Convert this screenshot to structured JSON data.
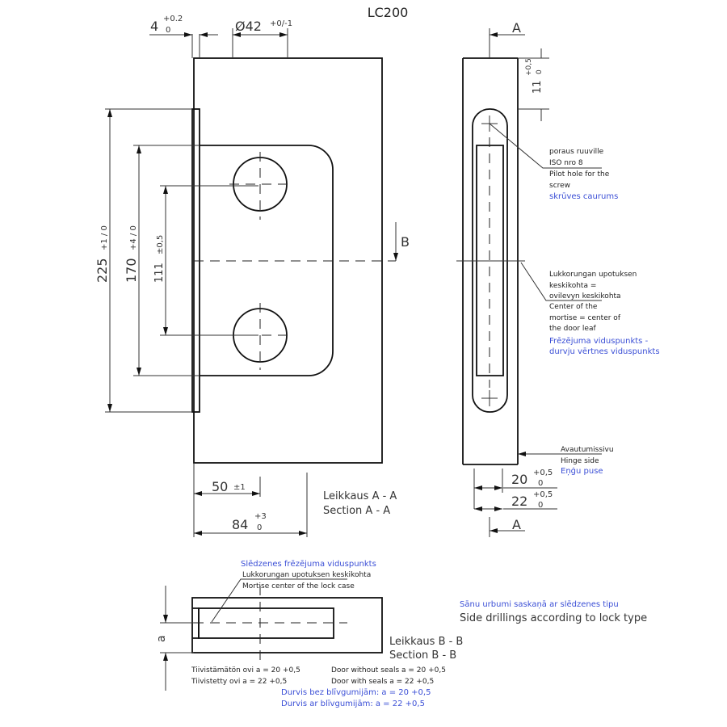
{
  "title": "LC200",
  "front_view": {
    "dim_4": {
      "value": "4",
      "tol_upper": "+0.2",
      "tol_lower": "0"
    },
    "dim_42": {
      "value": "Ø42",
      "tol": "+0/-1"
    },
    "dim_225": {
      "value": "225",
      "tol": "+1 / 0"
    },
    "dim_170": {
      "value": "170",
      "tol": "+4 / 0"
    },
    "dim_111": {
      "value": "111",
      "tol": "±0,5"
    },
    "dim_50": {
      "value": "50",
      "tol": "±1"
    },
    "dim_84": {
      "value": "84",
      "tol_upper": "+3",
      "tol_lower": "0"
    },
    "section_b_marker": "B",
    "section_label_fi": "Leikkaus A - A",
    "section_label_en": "Section A - A"
  },
  "side_view": {
    "section_a_top": "A",
    "section_a_bottom": "A",
    "dim_11": {
      "value": "11",
      "tol_upper": "+0,5",
      "tol_lower": "0"
    },
    "dim_20": {
      "value": "20",
      "tol_upper": "+0,5",
      "tol_lower": "0"
    },
    "dim_22": {
      "value": "22",
      "tol_upper": "+0,5",
      "tol_lower": "0"
    },
    "pilot_hole": [
      "poraus ruuville",
      "ISO nro 8",
      "Pilot hole for the",
      "screw"
    ],
    "pilot_hole_lv": "skrūves caurums",
    "mortise_center": [
      "Lukkorungan upotuksen",
      "keskikohta =",
      "ovilevyn keskikohta",
      "Center of the",
      "mortise = center of",
      "the door leaf"
    ],
    "mortise_center_lv": [
      "Frēzējuma viduspunkts -",
      "durvju vērtnes viduspunkts"
    ],
    "hinge_side": [
      "Avautumissivu",
      "Hinge side"
    ],
    "hinge_side_lv": "Eņģu puse"
  },
  "section_b": {
    "lock_center_lv": "Slēdzenes frēzējuma viduspunkts",
    "lock_center": [
      "Lukkorungan upotuksen keskikohta",
      "Mortise center of the lock case"
    ],
    "dim_a": "a",
    "side_drillings_lv": "Sānu urbumi saskaņā ar slēdzenes tipu",
    "side_drillings": "Side drillings according to lock type",
    "section_label_fi": "Leikkaus B - B",
    "section_label_en": "Section B - B",
    "notes": [
      "Tiivistämätön ovi a = 20 +0,5",
      "Door without seals a = 20 +0,5",
      "Tiivistetty ovi a = 22 +0,5",
      "Door with seals a = 22 +0,5"
    ],
    "notes_lv": [
      "Durvis bez blīvgumijām: a = 20 +0,5",
      "Durvis ar blīvgumijām: a = 22 +0,5"
    ]
  }
}
